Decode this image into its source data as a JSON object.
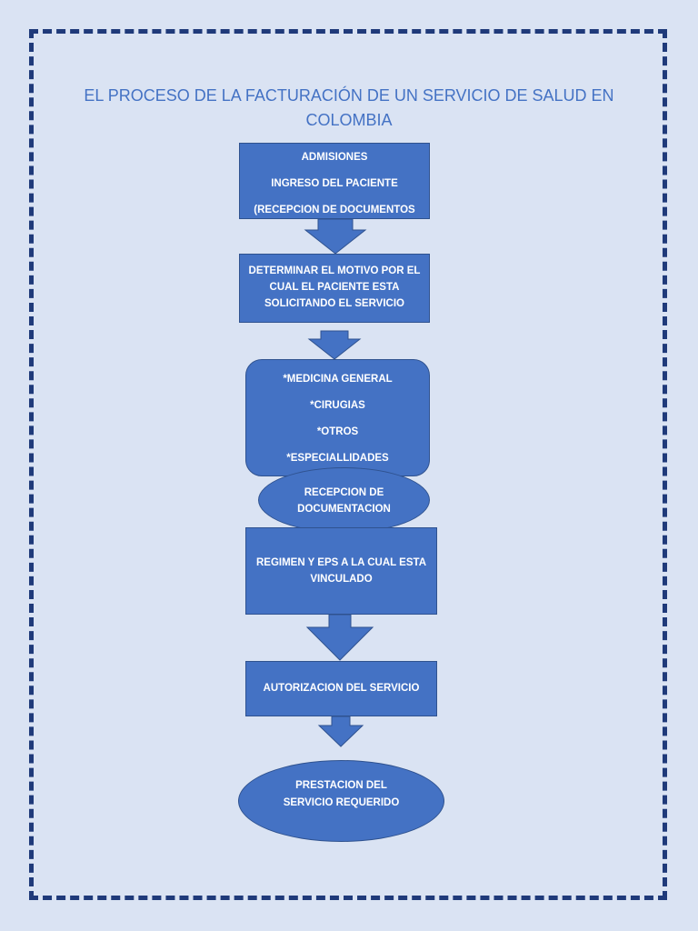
{
  "title": "EL PROCESO DE LA FACTURACIÓN DE UN SERVICIO DE SALUD EN COLOMBIA",
  "steps": {
    "admisiones": {
      "lines": [
        "ADMISIONES",
        "INGRESO DEL PACIENTE",
        "(RECEPCION DE DOCUMENTOS"
      ]
    },
    "motivo": {
      "lines": [
        "DETERMINAR EL MOTIVO POR EL",
        "CUAL EL PACIENTE ESTA",
        "SOLICITANDO EL SERVICIO"
      ]
    },
    "servicios": {
      "lines": [
        "*MEDICINA GENERAL",
        "*CIRUGIAS",
        "*OTROS",
        "*ESPECIALLIDADES"
      ]
    },
    "recepcion": {
      "lines": [
        "RECEPCION DE",
        "DOCUMENTACION"
      ]
    },
    "regimen": {
      "lines": [
        "REGIMEN Y EPS A LA CUAL ESTA",
        "VINCULADO"
      ]
    },
    "autorizacion": {
      "lines": [
        "AUTORIZACION DEL SERVICIO"
      ]
    },
    "prestacion": {
      "lines": [
        "PRESTACION DEL",
        "SERVICIO REQUERIDO"
      ]
    }
  },
  "colors": {
    "shape_fill": "#4472c4",
    "shape_border": "#2f528f",
    "background": "#dae3f3",
    "frame": "#1f3a7a",
    "title": "#4472c4"
  }
}
